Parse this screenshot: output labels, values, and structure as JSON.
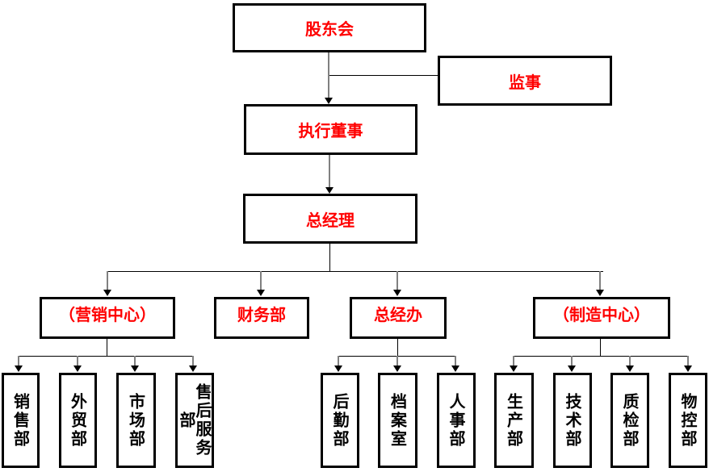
{
  "diagram": {
    "type": "org-chart",
    "nodes": {
      "shareholders": "股东会",
      "supervisor": "监事",
      "executive_director": "执行董事",
      "general_manager": "总经理",
      "marketing_center": "（营销中心）",
      "finance_dept": "财务部",
      "general_manager_office": "总经办",
      "manufacturing_center": "（制造中心）",
      "sales_dept": "销售部",
      "foreign_trade_dept": "外贸部",
      "marketing_dept": "市场部",
      "after_sales_service_dept": "售后服务部",
      "logistics_dept": "后勤部",
      "archives_room": "档案室",
      "hr_dept": "人事部",
      "production_dept": "生产部",
      "technology_dept": "技术部",
      "quality_inspection_dept": "质检部",
      "material_control_dept": "物控部"
    },
    "edges": [
      {
        "from": "股东会",
        "to": "监事"
      },
      {
        "from": "股东会",
        "to": "执行董事"
      },
      {
        "from": "执行董事",
        "to": "总经理"
      },
      {
        "from": "总经理",
        "to": "（营销中心）"
      },
      {
        "from": "总经理",
        "to": "财务部"
      },
      {
        "from": "总经理",
        "to": "总经办"
      },
      {
        "from": "总经理",
        "to": "（制造中心）"
      },
      {
        "from": "（营销中心）",
        "to": "销售部"
      },
      {
        "from": "（营销中心）",
        "to": "外贸部"
      },
      {
        "from": "（营销中心）",
        "to": "市场部"
      },
      {
        "from": "（营销中心）",
        "to": "售后服务部"
      },
      {
        "from": "总经办",
        "to": "后勤部"
      },
      {
        "from": "总经办",
        "to": "档案室"
      },
      {
        "from": "总经办",
        "to": "人事部"
      },
      {
        "from": "（制造中心）",
        "to": "生产部"
      },
      {
        "from": "（制造中心）",
        "to": "技术部"
      },
      {
        "from": "（制造中心）",
        "to": "质检部"
      },
      {
        "from": "（制造中心）",
        "to": "物控部"
      }
    ],
    "colors": {
      "upper_label_text": "#FF0000",
      "lower_label_text": "#000000",
      "box_border": "#000000",
      "connector_line": "#000000",
      "arrow_shaft": "#808080",
      "arrow_head": "#000000",
      "background": "#FFFFFF"
    }
  }
}
